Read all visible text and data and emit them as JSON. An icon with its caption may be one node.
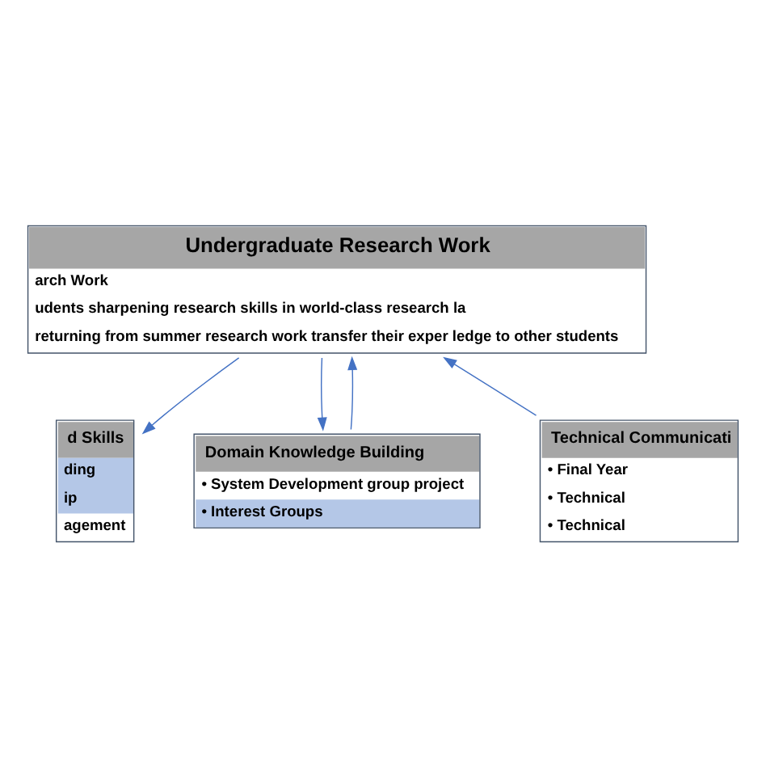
{
  "diagram": {
    "nodes": [
      {
        "text": [
          "Undergraduate Research Work",
          "arch Work",
          "udents sharpening research skills in world-class research la",
          "returning from summer research work transfer their exper ledge to other students"
        ]
      },
      {
        "text": [
          "d Skills",
          "ding",
          "ip",
          "agement"
        ]
      },
      {
        "text": [
          "Domain Knowledge Building",
          "• System Development group project",
          "• Interest Groups"
        ]
      },
      {
        "text": [
          "Technical Communicati",
          "• Final Year",
          "• Technical",
          "• Technical"
        ]
      }
    ],
    "edges": [
      {
        "from": 0,
        "to": 1,
        "arrow": "to"
      },
      {
        "from": 2,
        "to": 0,
        "arrow": "to"
      },
      {
        "from": 0,
        "to": 2,
        "arrow": "to"
      },
      {
        "from": 3,
        "to": 0,
        "arrow": "to"
      }
    ]
  }
}
